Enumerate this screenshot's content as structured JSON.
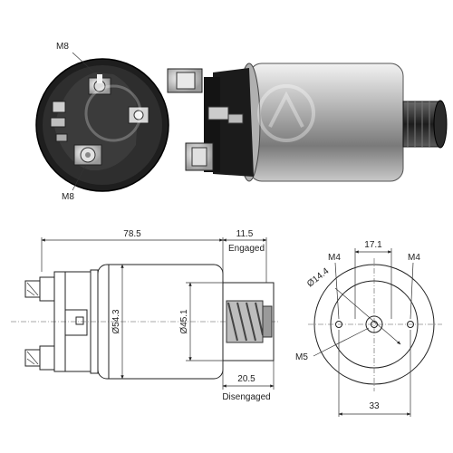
{
  "labels": {
    "photo_top_m8": "M8",
    "photo_bottom_m8": "M8",
    "dim_length": "78.5",
    "dim_engaged": "11.5",
    "engaged": "Engaged",
    "dim_body_dia": "Ø54.3",
    "dim_inner_dia": "Ø45.1",
    "dim_disengaged": "20.5",
    "disengaged": "Disengaged",
    "end_spacing": "17.1",
    "end_m4_left": "M4",
    "end_m4_right": "M4",
    "end_center_dia": "Ø14.4",
    "end_m5": "M5",
    "end_width": "33"
  },
  "colors": {
    "line": "#222222",
    "metal_dark": "#2a2a2a",
    "metal_mid": "#8c8c8c",
    "metal_light": "#e6e6e6"
  },
  "icons": [
    "solenoid-front-photo",
    "solenoid-side-photo",
    "solenoid-side-drawing",
    "solenoid-end-drawing"
  ]
}
